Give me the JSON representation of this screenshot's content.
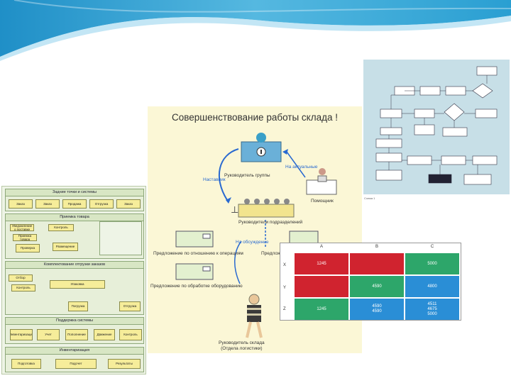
{
  "colors": {
    "wave": "#2a9fd2",
    "green": "#2da66a",
    "red": "#d0232f",
    "blue": "#2a8ed6",
    "panel_yellow": "#fbf7d6",
    "flow_bg": "#c7dfe7"
  },
  "left_diagram": {
    "sections": [
      {
        "title": "Задние точки и системы",
        "items": [
          "Заказ",
          "Заказ",
          "Продажа",
          "Отгрузка",
          "Заказ"
        ]
      },
      {
        "title": "Приемка товара",
        "items": [
          "Уведомление о поставке",
          "Приемка товара",
          "Проверка",
          "Контроль",
          "Размещение"
        ]
      },
      {
        "title": "Комплектование отгрузки заказов",
        "items": [
          "Отбор",
          "Контроль",
          "Упаковка",
          "Погрузка",
          "Отгрузка"
        ]
      },
      {
        "title": "Поддержка системы",
        "items": [
          "Инвентаризация",
          "Учет",
          "Пополнение",
          "Движение",
          "Контроль"
        ]
      },
      {
        "title": "Инвентаризация",
        "items": [
          "Подготовка",
          "Подсчет",
          "Результаты"
        ]
      }
    ]
  },
  "center_diagram": {
    "title": "Совершенствование работы склада !",
    "labels": {
      "head_manager": "Руководитель группы",
      "assistant": "Помощник",
      "managers": "Руководители подразделений",
      "warehouse_head": "Руководитель склада\n(Отдела логистики)",
      "arrow_left": "Наставник",
      "arrow_right": "На актуальные",
      "arrow_down": "На обсуждение",
      "proposal_1": "Предложение по отношению к операциям",
      "proposal_2": "Предложение по обработке оборудованию",
      "proposal_3": "Предложен"
    }
  },
  "flowchart": {
    "caption": "Схема 1"
  },
  "matrix": {
    "columns": [
      "A",
      "B",
      "C"
    ],
    "rows": [
      {
        "label": "X",
        "cells": [
          {
            "value": "1245",
            "color": "red"
          },
          {
            "value": "",
            "color": "red"
          },
          {
            "value": "5000",
            "color": "green"
          }
        ]
      },
      {
        "label": "Y",
        "cells": [
          {
            "value": "",
            "color": "red"
          },
          {
            "value": "4590",
            "color": "green"
          },
          {
            "value": "4800",
            "color": "blue"
          }
        ]
      },
      {
        "label": "Z",
        "cells": [
          {
            "value": "1245",
            "color": "green"
          },
          {
            "value": "4590\n4590",
            "color": "blue"
          },
          {
            "value": "4511\n4675\n5000",
            "color": "blue"
          }
        ]
      }
    ]
  }
}
